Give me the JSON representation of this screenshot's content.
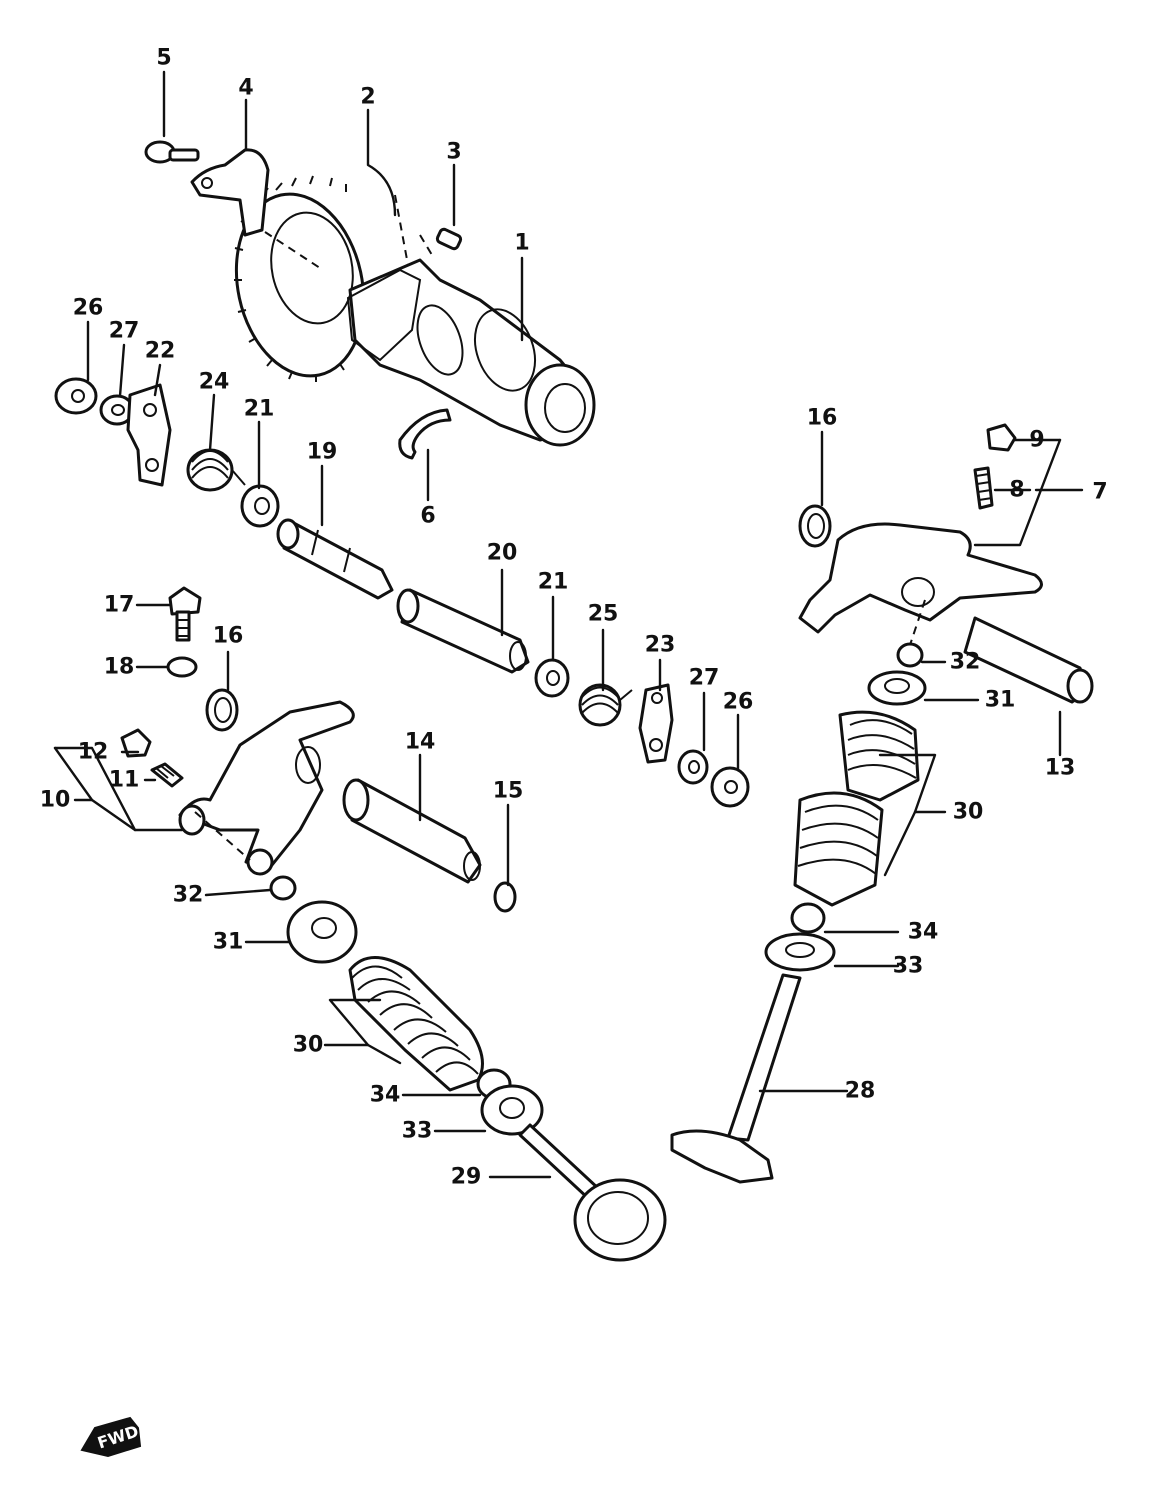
{
  "diagram": {
    "forward_marker": {
      "icon": "forward-arrow-icon",
      "text": "FWD"
    },
    "callouts": [
      {
        "id": "c5",
        "text": "5"
      },
      {
        "id": "c4",
        "text": "4"
      },
      {
        "id": "c2",
        "text": "2"
      },
      {
        "id": "c3",
        "text": "3"
      },
      {
        "id": "c1",
        "text": "1"
      },
      {
        "id": "c26a",
        "text": "26"
      },
      {
        "id": "c27a",
        "text": "27"
      },
      {
        "id": "c22",
        "text": "22"
      },
      {
        "id": "c24",
        "text": "24"
      },
      {
        "id": "c21a",
        "text": "21"
      },
      {
        "id": "c19",
        "text": "19"
      },
      {
        "id": "c6",
        "text": "6"
      },
      {
        "id": "c16a",
        "text": "16"
      },
      {
        "id": "c9",
        "text": "9"
      },
      {
        "id": "c8",
        "text": "8"
      },
      {
        "id": "c7",
        "text": "7"
      },
      {
        "id": "c20",
        "text": "20"
      },
      {
        "id": "c21b",
        "text": "21"
      },
      {
        "id": "c25",
        "text": "25"
      },
      {
        "id": "c23",
        "text": "23"
      },
      {
        "id": "c27b",
        "text": "27"
      },
      {
        "id": "c26b",
        "text": "26"
      },
      {
        "id": "c17",
        "text": "17"
      },
      {
        "id": "c16b",
        "text": "16"
      },
      {
        "id": "c18",
        "text": "18"
      },
      {
        "id": "c32a",
        "text": "32"
      },
      {
        "id": "c31a",
        "text": "31"
      },
      {
        "id": "c13",
        "text": "13"
      },
      {
        "id": "c12",
        "text": "12"
      },
      {
        "id": "c11",
        "text": "11"
      },
      {
        "id": "c10",
        "text": "10"
      },
      {
        "id": "c14",
        "text": "14"
      },
      {
        "id": "c15",
        "text": "15"
      },
      {
        "id": "c30a",
        "text": "30"
      },
      {
        "id": "c32b",
        "text": "32"
      },
      {
        "id": "c31b",
        "text": "31"
      },
      {
        "id": "c34a",
        "text": "34"
      },
      {
        "id": "c33a",
        "text": "33"
      },
      {
        "id": "c30b",
        "text": "30"
      },
      {
        "id": "c34b",
        "text": "34"
      },
      {
        "id": "c33b",
        "text": "33"
      },
      {
        "id": "c28",
        "text": "28"
      },
      {
        "id": "c29",
        "text": "29"
      }
    ]
  }
}
